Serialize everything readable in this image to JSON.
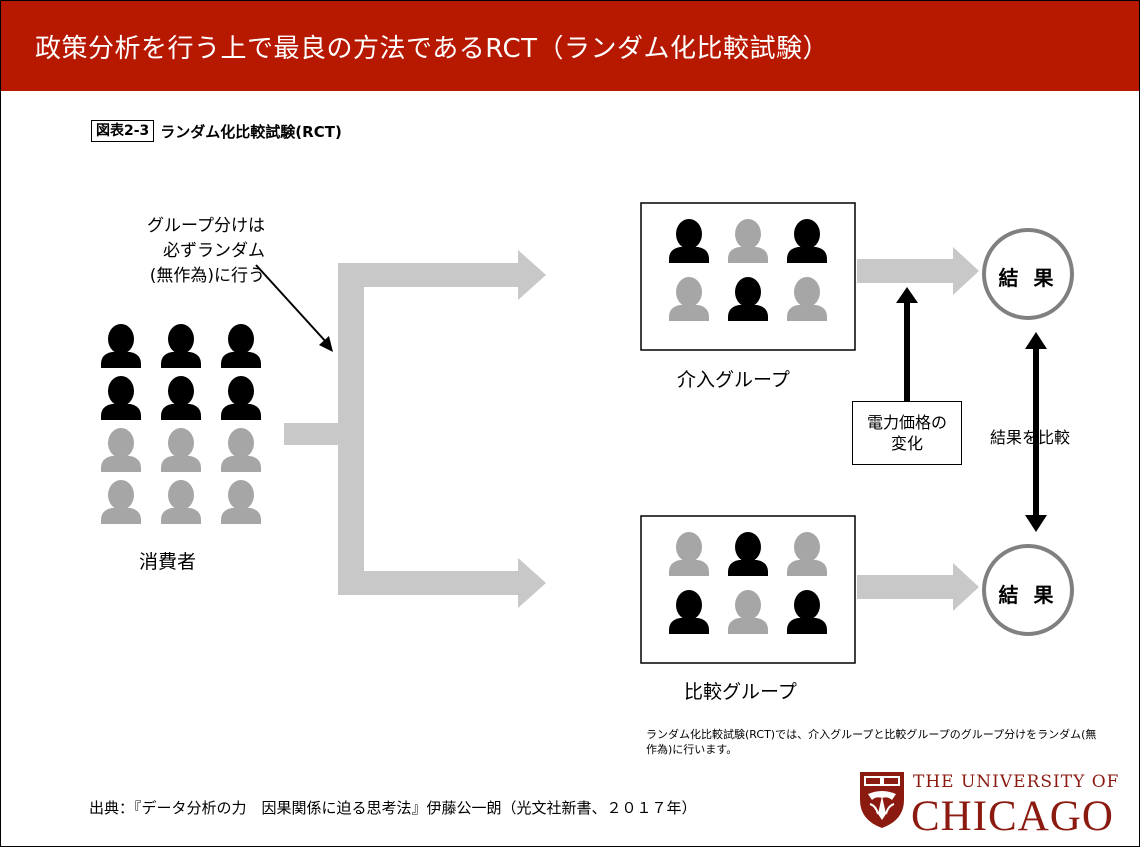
{
  "title": "政策分析を行う上で最良の方法であるRCT（ランダム化比較試験）",
  "figure": {
    "number": "図表2-3",
    "title": "ランダム化比較試験(RCT)"
  },
  "note": {
    "line1": "グループ分けは",
    "line2": "必ずランダム",
    "line3": "(無作為)に行う"
  },
  "consumers_label": "消費者",
  "intervention_group_label": "介入グループ",
  "control_group_label": "比較グループ",
  "result_label": "結 果",
  "price_change": {
    "line1": "電力価格の",
    "line2": "変化"
  },
  "compare_label": "結果を比較",
  "caption": "ランダム化比較試験(RCT)では、介入グループと比較グループのグループ分けをランダム(無作為)に行います。",
  "source": "出典：『データ分析の力　因果関係に迫る思考法』伊藤公一朗（光文社新書、２０１７年）",
  "logo": {
    "line1": "THE UNIVERSITY OF",
    "line2": "CHICAGO"
  },
  "colors": {
    "accent": "#b71800",
    "person_dark": "#000000",
    "person_light": "#a6a6a6",
    "arrow_gray": "#c8c8c8",
    "logo": "#8b1a10"
  },
  "people": {
    "consumers": [
      "dark",
      "dark",
      "dark",
      "dark",
      "dark",
      "dark",
      "light",
      "light",
      "light",
      "light",
      "light",
      "light"
    ],
    "intervention_group": [
      "dark",
      "light",
      "dark",
      "light",
      "dark",
      "light"
    ],
    "control_group": [
      "light",
      "dark",
      "light",
      "dark",
      "light",
      "dark"
    ]
  }
}
